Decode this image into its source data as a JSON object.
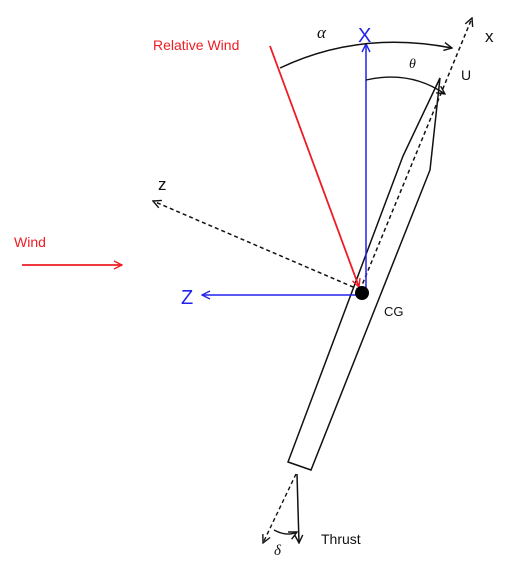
{
  "labels": {
    "relative_wind": "Relative Wind",
    "alpha": "α",
    "inertial_x": "X",
    "body_x": "x",
    "theta": "θ",
    "velocity": "U",
    "body_z": "z",
    "wind": "Wind",
    "inertial_z": "Z",
    "cg": "CG",
    "delta": "δ",
    "thrust": "Thrust"
  },
  "colors": {
    "relative_wind": "#ee1c24",
    "inertial_axes": "#2222ee",
    "body": "#111111",
    "wind": "#ee1c24"
  }
}
